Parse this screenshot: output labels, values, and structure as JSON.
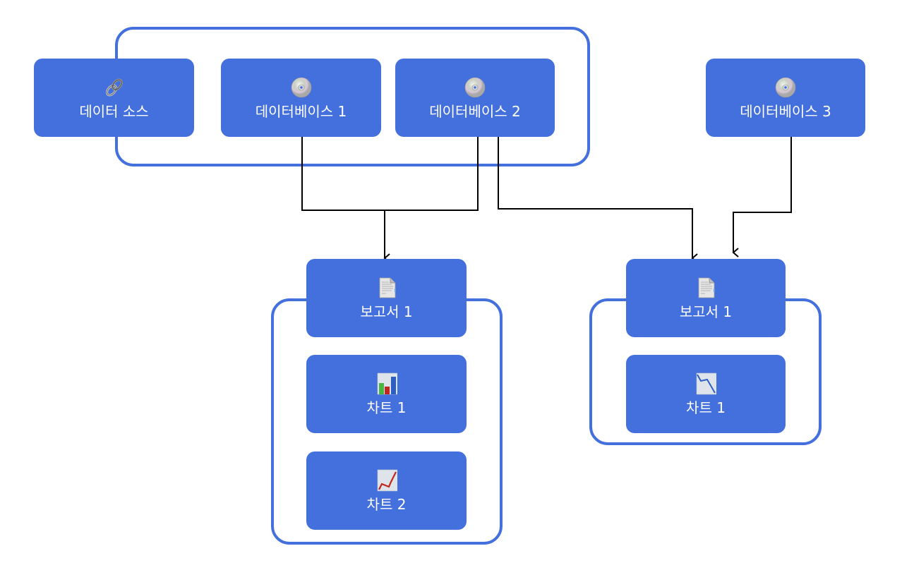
{
  "colors": {
    "node": "#4470dd",
    "group_border": "#4470dd",
    "connector": "#000000",
    "node_text": "#ffffff"
  },
  "groups": [
    {
      "id": "data-source-group",
      "label": ""
    },
    {
      "id": "report-1-group",
      "label": ""
    },
    {
      "id": "report-2-group",
      "label": ""
    }
  ],
  "nodes": {
    "data_source": {
      "label": "데이터 소스",
      "icon": "link-icon"
    },
    "db1": {
      "label": "데이터베이스 1",
      "icon": "database-disc-icon"
    },
    "db2": {
      "label": "데이터베이스 2",
      "icon": "database-disc-icon"
    },
    "db3": {
      "label": "데이터베이스 3",
      "icon": "database-disc-icon"
    },
    "report_left": {
      "label": "보고서 1",
      "icon": "document-icon"
    },
    "report_left_chart1": {
      "label": "차트 1",
      "icon": "bar-chart-icon"
    },
    "report_left_chart2": {
      "label": "차트 2",
      "icon": "line-chart-up-icon"
    },
    "report_right": {
      "label": "보고서 1",
      "icon": "document-icon"
    },
    "report_right_chart1": {
      "label": "차트 1",
      "icon": "line-chart-down-icon"
    }
  },
  "edges": [
    {
      "from": "db1",
      "to": "report_left"
    },
    {
      "from": "db2",
      "to": "report_left"
    },
    {
      "from": "db2",
      "to": "report_right"
    },
    {
      "from": "db3",
      "to": "report_right"
    }
  ]
}
